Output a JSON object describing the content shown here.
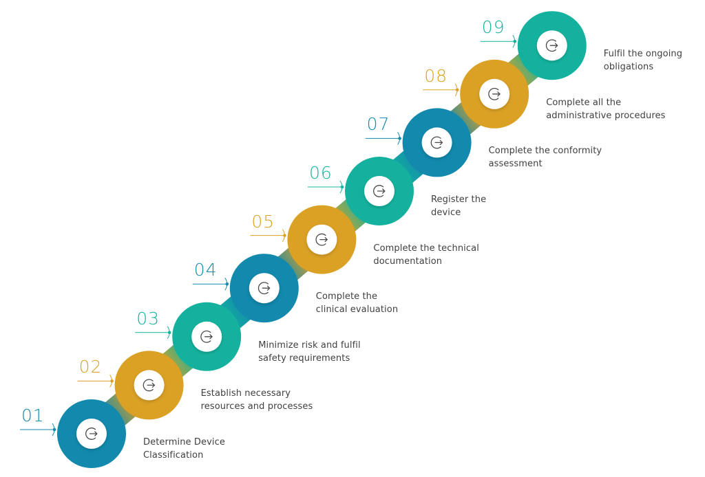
{
  "palette": {
    "teal": "#14b29e",
    "gold": "#dba125",
    "blue": "#1289ad",
    "text": "#3f3f3f",
    "icon": "#4a4a4a"
  },
  "steps": [
    {
      "number": "01",
      "color": "blue",
      "lines": [
        "Determine Device",
        "Classification"
      ],
      "icon": "arrow-right-circle-icon"
    },
    {
      "number": "02",
      "color": "gold",
      "lines": [
        "Establish necessary",
        "resources and processes"
      ],
      "icon": "arrow-right-circle-icon"
    },
    {
      "number": "03",
      "color": "teal",
      "lines": [
        "Minimize risk and fulfil",
        "safety requirements"
      ],
      "icon": "arrow-right-circle-icon"
    },
    {
      "number": "04",
      "color": "blue",
      "lines": [
        "Complete the",
        "clinical evaluation"
      ],
      "icon": "arrow-right-circle-icon"
    },
    {
      "number": "05",
      "color": "gold",
      "lines": [
        "Complete the technical",
        "documentation"
      ],
      "icon": "arrow-right-circle-icon"
    },
    {
      "number": "06",
      "color": "teal",
      "lines": [
        "Register the",
        "device"
      ],
      "icon": "arrow-right-circle-icon"
    },
    {
      "number": "07",
      "color": "blue",
      "lines": [
        "Complete the conformity",
        "assessment"
      ],
      "icon": "arrow-right-circle-icon"
    },
    {
      "number": "08",
      "color": "gold",
      "lines": [
        "Complete all the",
        "administrative procedures"
      ],
      "icon": "arrow-right-circle-icon"
    },
    {
      "number": "09",
      "color": "teal",
      "lines": [
        "Fulfil the ongoing",
        "obligations"
      ],
      "icon": "arrow-right-circle-icon"
    }
  ]
}
